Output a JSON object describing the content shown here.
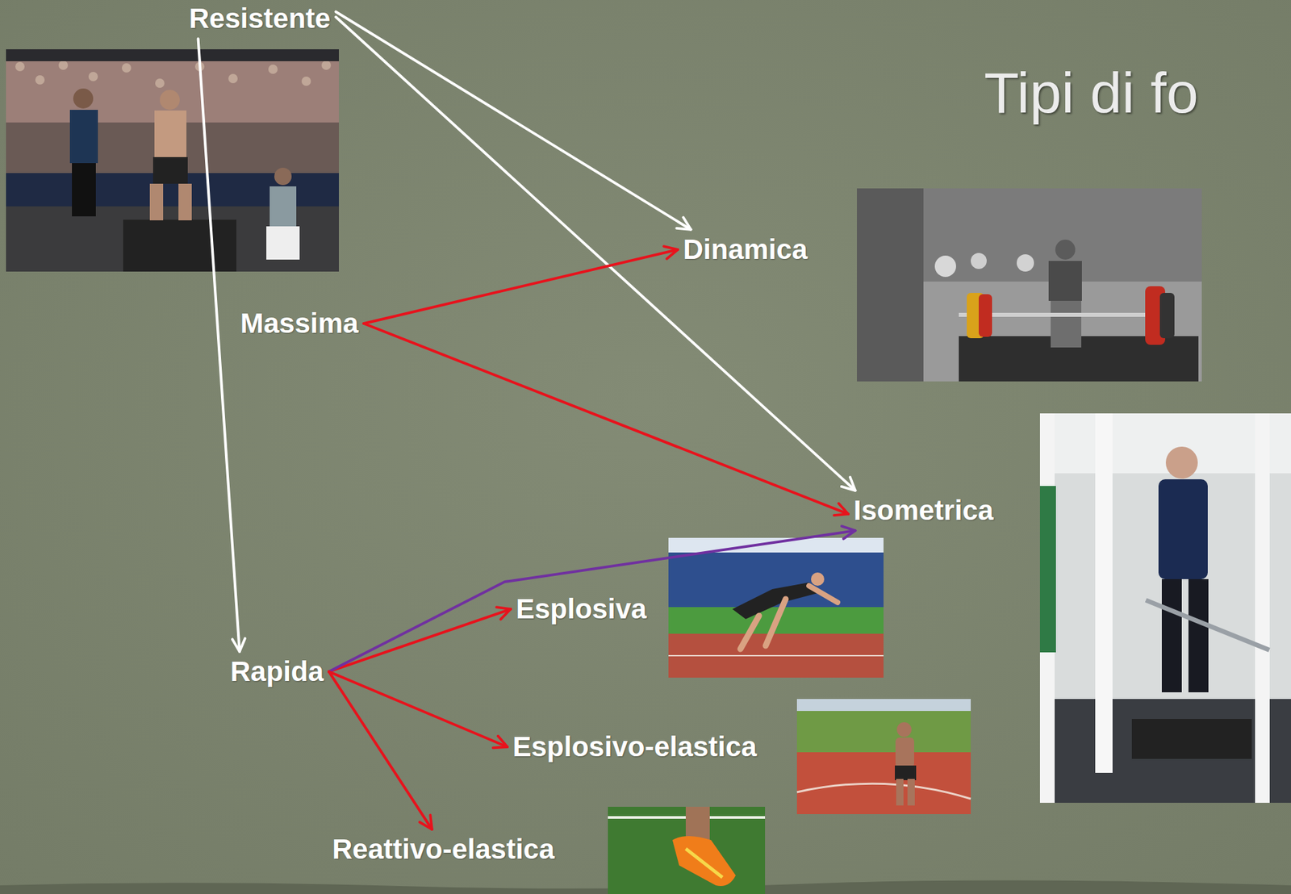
{
  "diagram": {
    "title": "Tipi di fo",
    "nodes": [
      {
        "text": [
          "Resistente"
        ]
      },
      {
        "text": [
          "Dinamica"
        ]
      },
      {
        "text": [
          "Massima"
        ]
      },
      {
        "text": [
          "Isometrica"
        ]
      },
      {
        "text": [
          "Esplosiva"
        ]
      },
      {
        "text": [
          "Rapida"
        ]
      },
      {
        "text": [
          "Esplosivo-elastica"
        ]
      },
      {
        "text": [
          "Reattivo-elastica"
        ]
      }
    ],
    "edges": [
      {
        "from": 0,
        "to": 1,
        "arrow": "to"
      },
      {
        "from": 0,
        "to": 3,
        "arrow": "to"
      },
      {
        "from": 0,
        "to": 5,
        "arrow": "to"
      },
      {
        "from": 2,
        "to": 1,
        "arrow": "to"
      },
      {
        "from": 2,
        "to": 3,
        "arrow": "to"
      },
      {
        "from": 5,
        "to": 4,
        "arrow": "to"
      },
      {
        "from": 5,
        "to": 3,
        "arrow": "to"
      },
      {
        "from": 5,
        "to": 6,
        "arrow": "to"
      },
      {
        "from": 5,
        "to": 7,
        "arrow": "to"
      }
    ]
  }
}
